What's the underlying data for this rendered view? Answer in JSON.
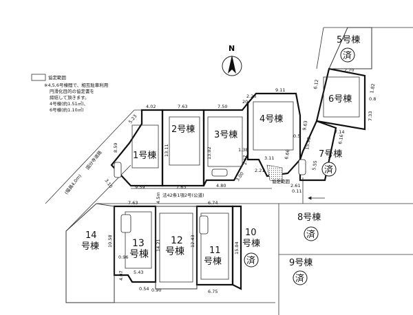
{
  "legend": {
    "swatch_label": "協定範囲",
    "notes": [
      "※4,5,6号棟間で、相互駐車利用",
      "円滑化目的の協定書を",
      "締結して頂きます。",
      "4号棟(約1.51㎡)、",
      "6号棟(約1.10㎡)"
    ]
  },
  "compass": {
    "north": "N"
  },
  "roads": {
    "diagonal_road": "国分寺道路",
    "diagonal_road_width": "(幅員4.0m)",
    "public_road": "法42条1項2号(公道)",
    "agreement_area": "協定範囲"
  },
  "lots": {
    "l1": {
      "name": "1号棟"
    },
    "l2": {
      "name": "2号棟"
    },
    "l3": {
      "name": "3号棟"
    },
    "l4": {
      "name": "4号棟"
    },
    "l5": {
      "name": "5号棟",
      "sold": "済"
    },
    "l6": {
      "name": "6号棟"
    },
    "l7": {
      "name": "7号棟",
      "sold": "済"
    },
    "l8": {
      "name": "8号棟",
      "sold": "済"
    },
    "l9": {
      "name": "9号棟",
      "sold": "済"
    },
    "l10": {
      "name_num": "10",
      "name_suffix": "号棟",
      "sold": "済"
    },
    "l11": {
      "name_num": "11",
      "name_suffix": "号棟"
    },
    "l12": {
      "name_num": "12",
      "name_suffix": "号棟"
    },
    "l13": {
      "name_num": "13",
      "name_suffix": "号棟"
    },
    "l14": {
      "name_num": "14",
      "name_suffix": "号棟"
    }
  },
  "dimensions": {
    "d_4_02": "4.02",
    "d_7_63_top2": "7.63",
    "d_7_50": "7.50",
    "d_2_26": "2.26",
    "d_20": "20",
    "d_9_11": "9.11",
    "d_2_70": "2.70",
    "d_6_12": "6.12",
    "d_1_82": "1.82",
    "d_0_8": "0.8",
    "d_7_33": "7.33",
    "d_7_14": "7.14",
    "d_9_63": "9.63",
    "d_6_16": "6.16",
    "d_15_98": "15.98",
    "d_5_55": "5.55",
    "d_6_66": "6.66",
    "d_0_5": "0.5",
    "d_3_11": "3.11",
    "d_2_21": "2.21",
    "d_2_61": "2.61",
    "d_0_11": "0.11",
    "d_1_38": "1.38",
    "d_2_67": "2.67",
    "d_3_00": "3.00",
    "d_13_02": "13.02",
    "d_13_11": "13.11",
    "d_5_23": "5.23",
    "d_8_59": "8.59",
    "d_3_10": "3.10",
    "d_9_59": "9.59",
    "d_7_63_bottom2": "7.63",
    "d_4_80": "4.80",
    "d_4_5m": "4.5m",
    "d_7_63_lot13": "7.63",
    "d_6_74": "6.74",
    "d_10_58": "10.58",
    "d_14_21": "14.21",
    "d_12_43": "12.43",
    "d_15_04": "15.04",
    "d_0_96": "0.96",
    "d_5_43": "5.43",
    "d_4_07": "4.07",
    "d_0_54": "0.54",
    "d_0_90": "0.90",
    "d_6_75": "6.75"
  }
}
